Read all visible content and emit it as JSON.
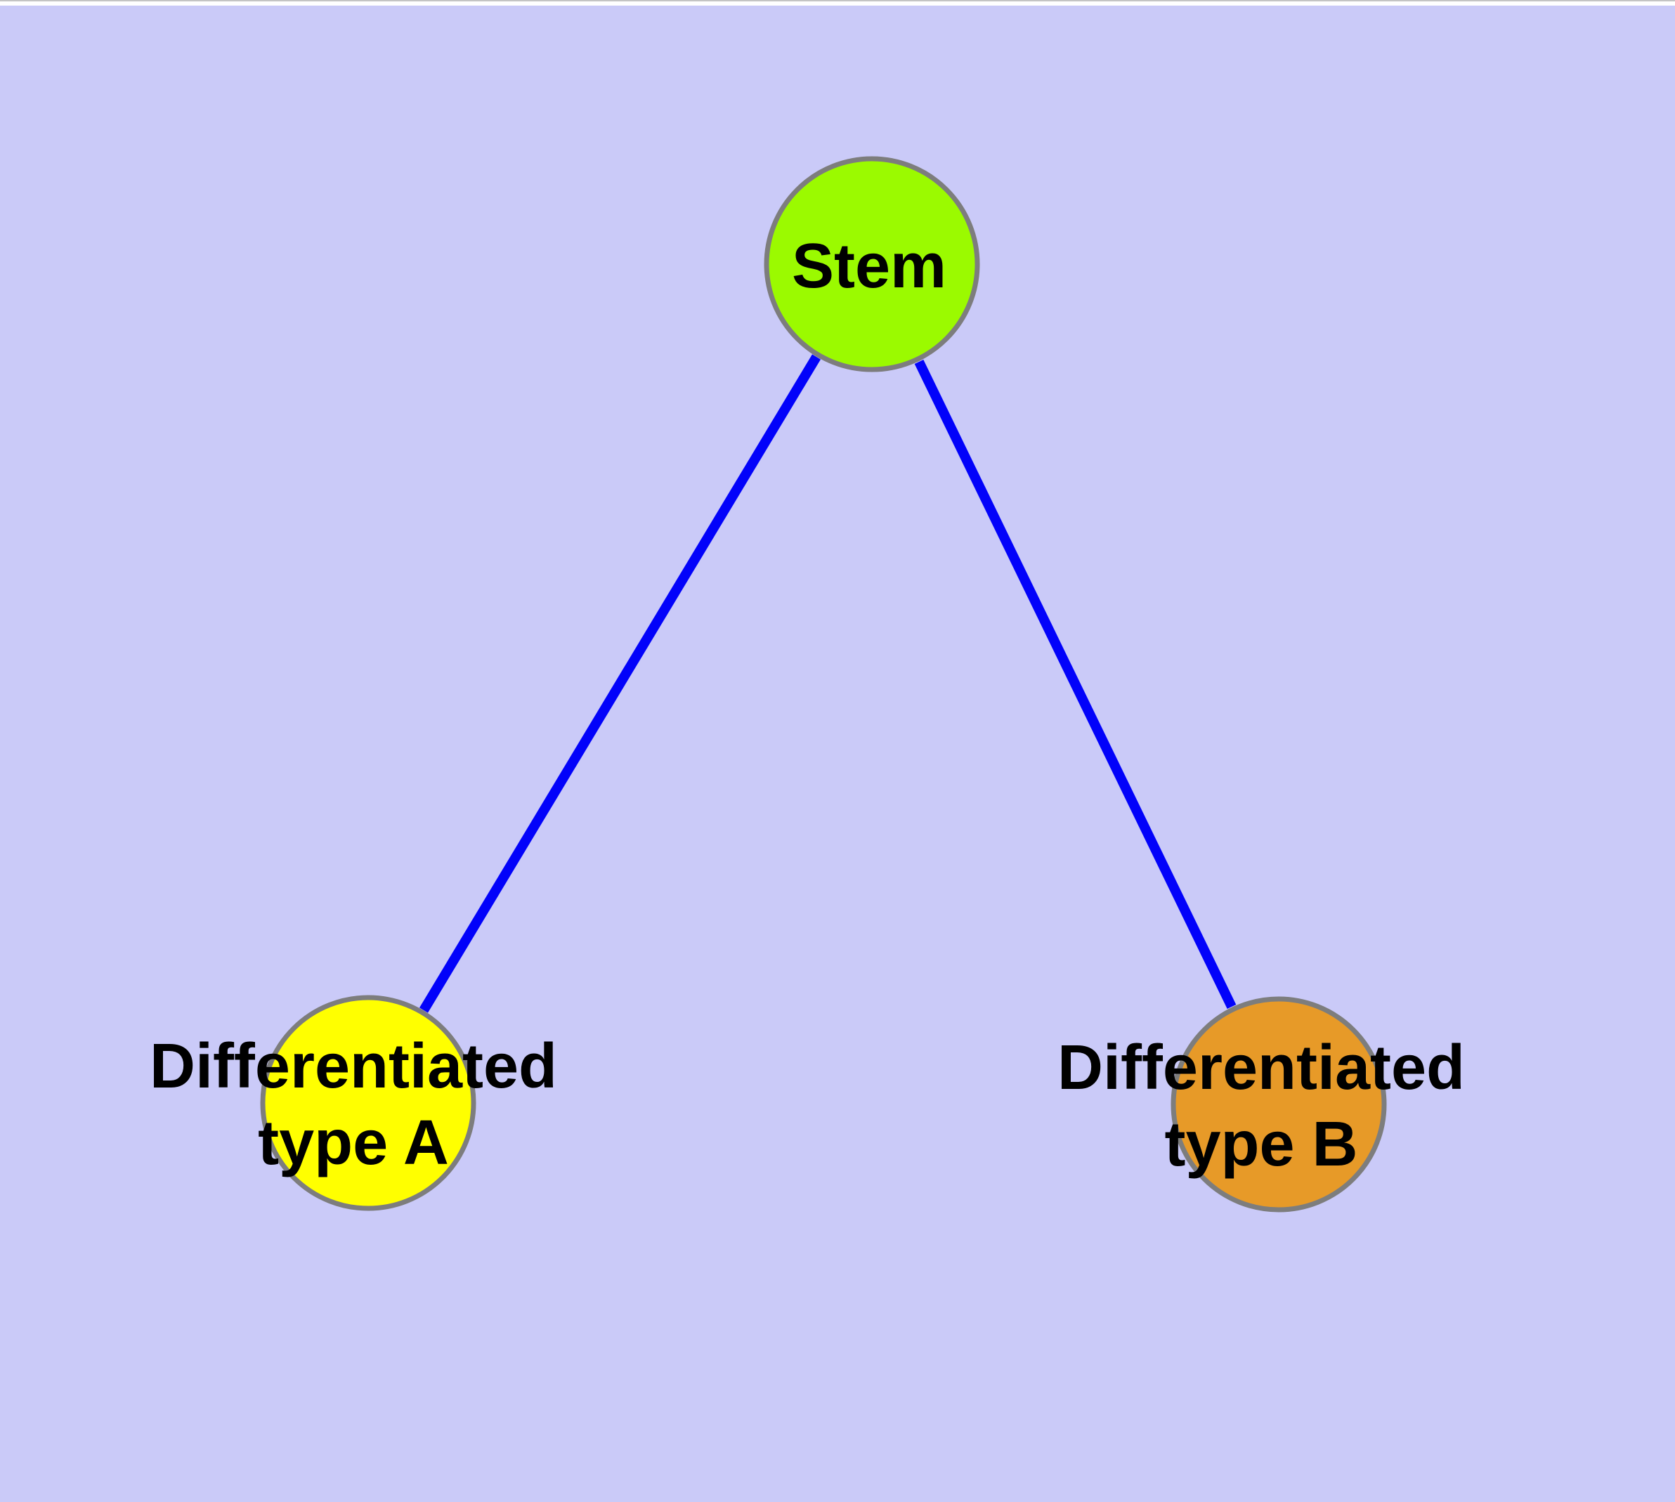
{
  "figure": {
    "kind": "cell-differentiation-diagram",
    "background_color": "#CACAF8",
    "top_strip_color": "#FFFFFF",
    "top_strip_line_color": "#C4C4C4",
    "node_border_color": "#7D7D7D",
    "edge_color": "#0202FA",
    "label_color": "#000000"
  },
  "nodes": {
    "stem": {
      "label": "Stem",
      "line1": "Stem",
      "fill": "#9BFA00"
    },
    "type_a": {
      "label": "Differentiated type A",
      "line1": "Differentiated",
      "line2": "type A",
      "fill": "#FFFF00"
    },
    "type_b": {
      "label": "Differentiated type B",
      "line1": "Differentiated",
      "line2": "type B",
      "fill": "#E79A28"
    }
  },
  "edges": [
    {
      "from": "Stem",
      "to": "Differentiated type A"
    },
    {
      "from": "Stem",
      "to": "Differentiated type B"
    }
  ]
}
